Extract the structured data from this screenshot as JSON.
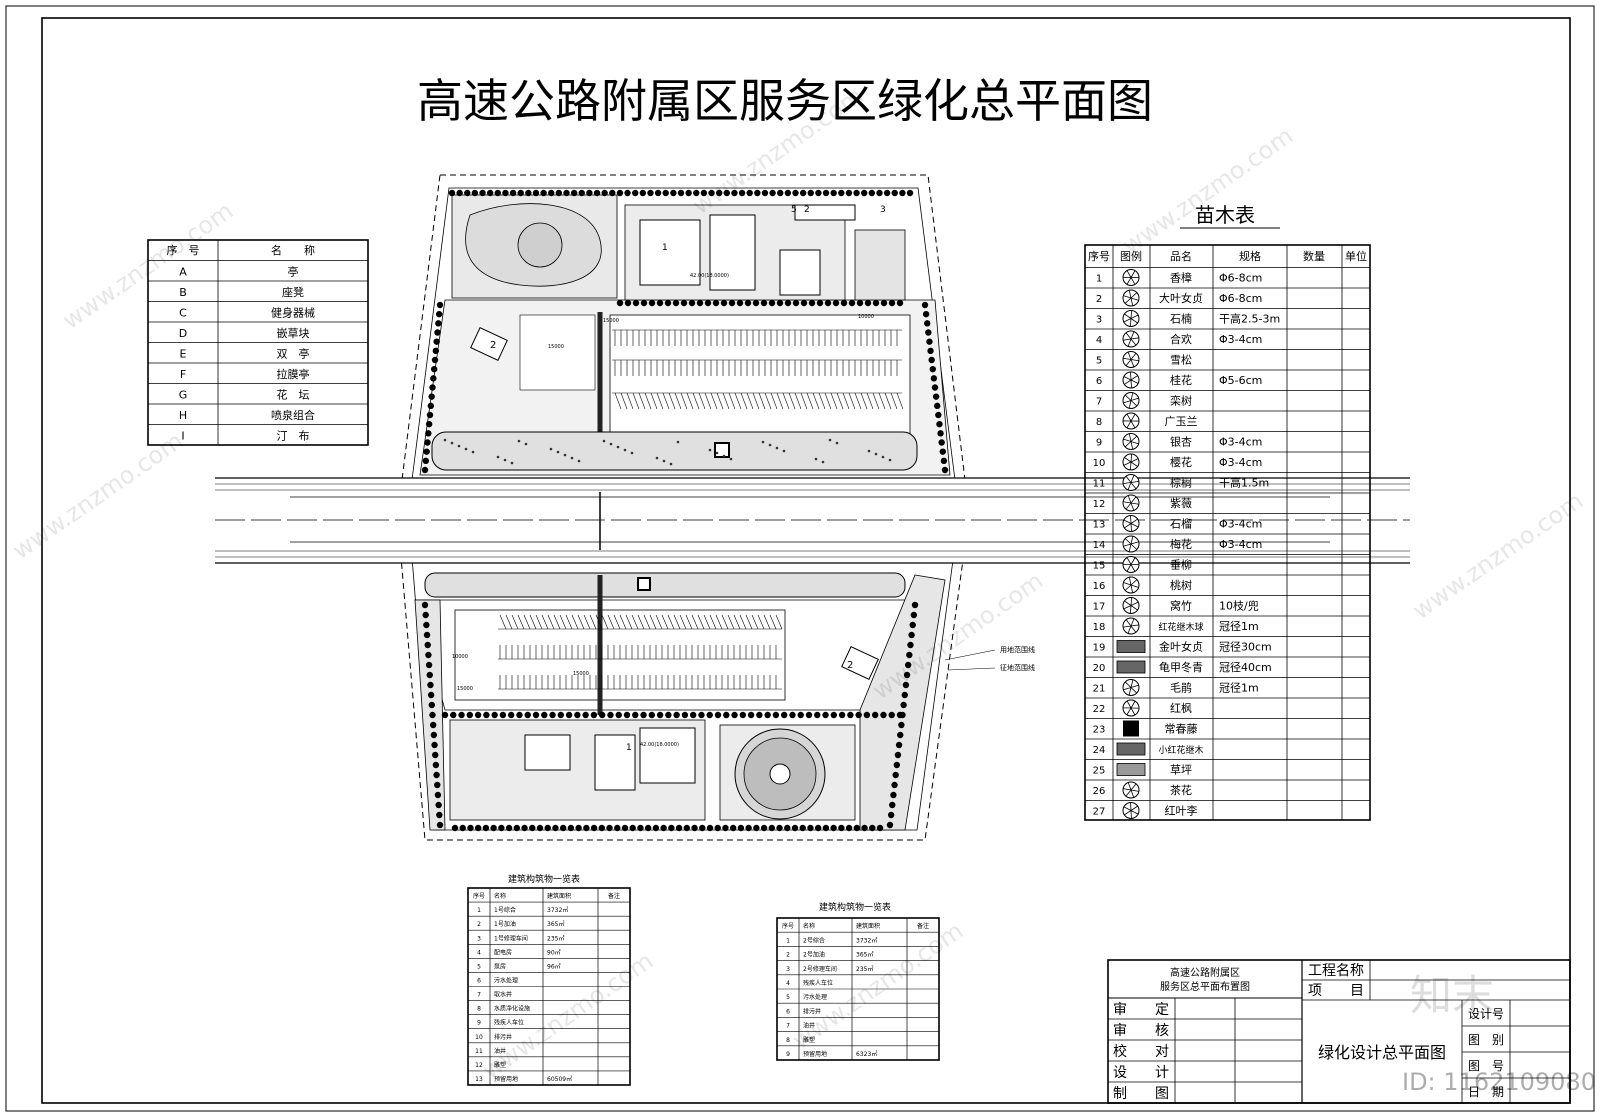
{
  "title": "高速公路附属区服务区绿化总平面图",
  "facility_legend": {
    "headers": [
      "序　号",
      "名　　称"
    ],
    "rows": [
      [
        "A",
        "亭"
      ],
      [
        "B",
        "座凳"
      ],
      [
        "C",
        "健身器械"
      ],
      [
        "D",
        "嵌草块"
      ],
      [
        "E",
        "双　亭"
      ],
      [
        "F",
        "拉膜亭"
      ],
      [
        "G",
        "花　坛"
      ],
      [
        "H",
        "喷泉组合"
      ],
      [
        "I",
        "汀　布"
      ]
    ]
  },
  "plant_table": {
    "title": "苗木表",
    "headers": [
      "序号",
      "图例",
      "品名",
      "规格",
      "数量",
      "单位"
    ],
    "rows": [
      [
        "1",
        "香樟",
        "Φ6-8cm"
      ],
      [
        "2",
        "大叶女贞",
        "Φ6-8cm"
      ],
      [
        "3",
        "石楠",
        "干高2.5-3m"
      ],
      [
        "4",
        "合欢",
        "Φ3-4cm"
      ],
      [
        "5",
        "雪松",
        ""
      ],
      [
        "6",
        "桂花",
        "Φ5-6cm"
      ],
      [
        "7",
        "栾树",
        ""
      ],
      [
        "8",
        "广玉兰",
        ""
      ],
      [
        "9",
        "银杏",
        "Φ3-4cm"
      ],
      [
        "10",
        "樱花",
        "Φ3-4cm"
      ],
      [
        "11",
        "棕榈",
        "干高1.5m"
      ],
      [
        "12",
        "紫薇",
        ""
      ],
      [
        "13",
        "石榴",
        "Φ3-4cm"
      ],
      [
        "14",
        "梅花",
        "Φ3-4cm"
      ],
      [
        "15",
        "垂柳",
        ""
      ],
      [
        "16",
        "桃树",
        ""
      ],
      [
        "17",
        "窝竹",
        "10枝/兜"
      ],
      [
        "18",
        "红花继木球",
        "冠径1m"
      ],
      [
        "19",
        "金叶女贞",
        "冠径30cm"
      ],
      [
        "20",
        "龟甲冬青",
        "冠径40cm"
      ],
      [
        "21",
        "毛鹃",
        "冠径1m"
      ],
      [
        "22",
        "红枫",
        ""
      ],
      [
        "23",
        "常春藤",
        ""
      ],
      [
        "24",
        "小红花继木",
        ""
      ],
      [
        "25",
        "草坪",
        ""
      ],
      [
        "26",
        "茶花",
        ""
      ],
      [
        "27",
        "红叶李",
        ""
      ]
    ]
  },
  "building_table_left": {
    "title": "建筑构筑物一览表",
    "headers": [
      "序号",
      "名称",
      "建筑面积",
      "备注"
    ],
    "rows": [
      [
        "1",
        "1号综合",
        "3732㎡"
      ],
      [
        "2",
        "1号加油",
        "365㎡"
      ],
      [
        "3",
        "1号修理车间",
        "235㎡"
      ],
      [
        "4",
        "配电房",
        "90㎡"
      ],
      [
        "5",
        "泵房",
        "96㎡"
      ],
      [
        "6",
        "污水处理",
        ""
      ],
      [
        "7",
        "取水井",
        ""
      ],
      [
        "8",
        "水质净化设施",
        ""
      ],
      [
        "9",
        "残疾人车位",
        ""
      ],
      [
        "10",
        "排污井",
        ""
      ],
      [
        "11",
        "油井",
        ""
      ],
      [
        "12",
        "雕塑",
        ""
      ],
      [
        "13",
        "预留用地",
        "60509㎡"
      ]
    ]
  },
  "building_table_right": {
    "title": "建筑构筑物一览表",
    "headers": [
      "序号",
      "名称",
      "建筑面积",
      "备注"
    ],
    "rows": [
      [
        "1",
        "2号综合",
        "3732㎡"
      ],
      [
        "2",
        "2号加油",
        "365㎡"
      ],
      [
        "3",
        "2号修理车间",
        "235㎡"
      ],
      [
        "4",
        "残疾人车位",
        ""
      ],
      [
        "5",
        "污水处理",
        ""
      ],
      [
        "6",
        "排污井",
        ""
      ],
      [
        "7",
        "油井",
        ""
      ],
      [
        "8",
        "雕塑",
        ""
      ],
      [
        "9",
        "预留用地",
        "6323㎡"
      ]
    ]
  },
  "title_block": {
    "drawing_name_line1": "高速公路附属区",
    "drawing_name_line2": "服务区总平面布置图",
    "project_name_label": "工程名称",
    "project_label": "项　　目",
    "roles": [
      "审　　定",
      "审　　核",
      "校　　对",
      "设　　计",
      "制　　图"
    ],
    "sheet_title": "绿化设计总平面图",
    "side_labels": [
      "设计号",
      "图　别",
      "图　号",
      "日　期"
    ]
  },
  "plan_labels": {
    "boundary_1": "用地范围线",
    "boundary_2": "征地范围线",
    "dims": [
      "15000",
      "10000",
      "15000",
      "15000",
      "10000",
      "15000"
    ],
    "elevations": [
      "42.00(18.0000)",
      "42.00(18.0000)"
    ],
    "building_numbers": [
      "1",
      "2",
      "3",
      "5",
      "2",
      "1",
      "2"
    ]
  },
  "watermark": {
    "brand": "知末",
    "site": "www.znzmo.com",
    "id_text": "ID: 1162109080"
  }
}
